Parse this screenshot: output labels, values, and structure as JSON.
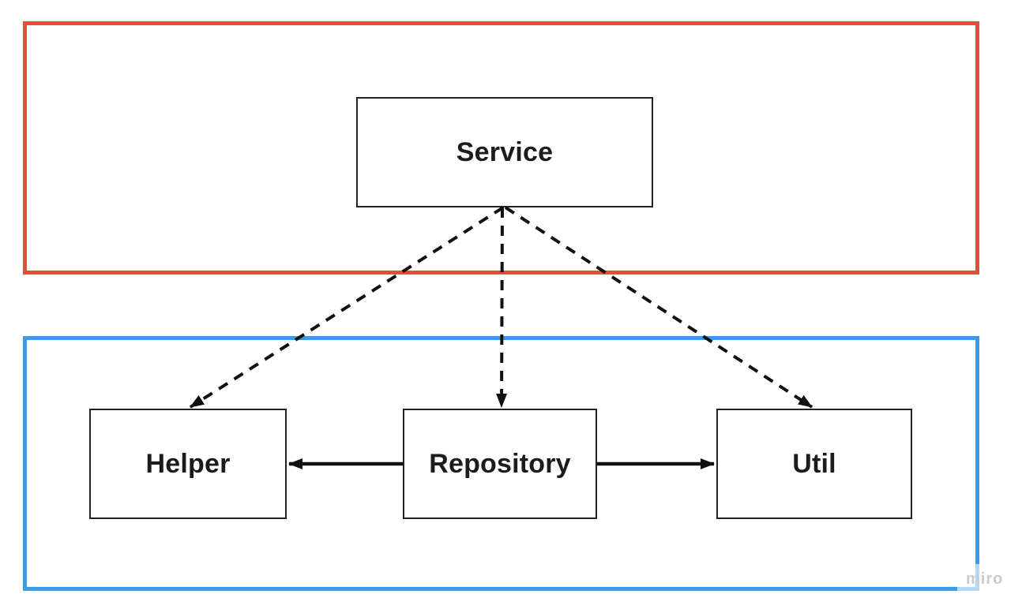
{
  "app": {
    "watermark": "miro"
  },
  "diagram": {
    "nodes": [
      {
        "id": "service",
        "label": "Service"
      },
      {
        "id": "helper",
        "label": "Helper"
      },
      {
        "id": "repository",
        "label": "Repository"
      },
      {
        "id": "util",
        "label": "Util"
      }
    ],
    "edges": [
      {
        "from": "service",
        "to": "helper",
        "style": "dashed",
        "arrow": "to"
      },
      {
        "from": "service",
        "to": "repository",
        "style": "dashed",
        "arrow": "to"
      },
      {
        "from": "service",
        "to": "util",
        "style": "dashed",
        "arrow": "to"
      },
      {
        "from": "repository",
        "to": "helper",
        "style": "solid",
        "arrow": "to"
      },
      {
        "from": "repository",
        "to": "util",
        "style": "solid",
        "arrow": "to"
      }
    ],
    "frames": [
      {
        "id": "top-frame",
        "color": "#e84c35",
        "contains": [
          "service"
        ]
      },
      {
        "id": "bottom-frame",
        "color": "#3b9be8",
        "contains": [
          "helper",
          "repository",
          "util"
        ]
      }
    ]
  },
  "colors": {
    "frame_red": "#e84c35",
    "frame_blue": "#3b9be8",
    "edge_black": "#111111",
    "node_border": "#222222",
    "node_text": "#1c1c1e",
    "watermark_text": "#c7ccd3",
    "background": "#ffffff"
  }
}
